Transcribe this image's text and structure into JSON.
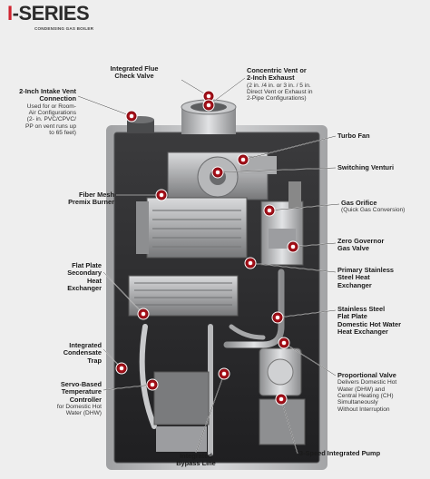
{
  "brand": {
    "series_bar": "I",
    "series_rest": "-SERIES",
    "subtitle": "CONDENSING GAS BOILER"
  },
  "colors": {
    "marker_red": "#b3121c",
    "accent_red": "#d0232f",
    "frame": "#b9babb"
  },
  "labels": {
    "flue_check": {
      "title": [
        "Integrated Flue",
        "Check Valve"
      ],
      "sub": []
    },
    "intake_vent": {
      "title": [
        "2-Inch Intake Vent",
        "Connection"
      ],
      "sub": [
        "Used for or Room-",
        "Air Configurations",
        "(2- in. PVC/CPVC/",
        "PP on vent runs up",
        "to 65 feet)"
      ]
    },
    "concentric_vent": {
      "title": [
        "Concentric Vent or",
        "2-Inch Exhaust"
      ],
      "sub": [
        "(2 in. /4 in. or 3 in. / 5 in.",
        "Direct Vent or Exhaust in",
        "2-Pipe Configurations)"
      ]
    },
    "turbo_fan": {
      "title": [
        "Turbo Fan"
      ],
      "sub": []
    },
    "switching_venturi": {
      "title": [
        "Switching Venturi"
      ],
      "sub": []
    },
    "fiber_mesh": {
      "title": [
        "Fiber Mesh",
        "Premix Burner"
      ],
      "sub": []
    },
    "gas_orifice": {
      "title": [
        "Gas Orifice"
      ],
      "sub": [
        "(Quick Gas Conversion)"
      ]
    },
    "zero_governor": {
      "title": [
        "Zero Governor",
        "Gas Valve"
      ],
      "sub": []
    },
    "flat_plate_secondary": {
      "title": [
        "Flat Plate",
        "Secondary",
        "Heat",
        "Exchanger"
      ],
      "sub": []
    },
    "primary_stainless": {
      "title": [
        "Primary Stainless",
        "Steel Heat",
        "Exchanger"
      ],
      "sub": []
    },
    "stainless_flat_plate": {
      "title": [
        "Stainless Steel",
        "Flat Plate",
        "Domestic Hot Water",
        "Heat Exchanger"
      ],
      "sub": []
    },
    "condensate_trap": {
      "title": [
        "Integrated",
        "Condensate",
        "Trap"
      ],
      "sub": []
    },
    "servo_controller": {
      "title": [
        "Servo-Based",
        "Temperature",
        "Controller"
      ],
      "sub": [
        "for Domestic Hot",
        "Water (DHW)"
      ]
    },
    "proportional_valve": {
      "title": [
        "Proportional Valve"
      ],
      "sub": [
        "Delivers Domestic Hot",
        "Water (DHW) and",
        "Central Heating (CH)",
        "Simultaneously",
        "Without Interruption"
      ]
    },
    "bypass_line": {
      "title": [
        "Integrated",
        "Bypass Line"
      ],
      "sub": []
    },
    "pump": {
      "title": [
        "3-Speed Integrated Pump"
      ],
      "sub": []
    }
  }
}
